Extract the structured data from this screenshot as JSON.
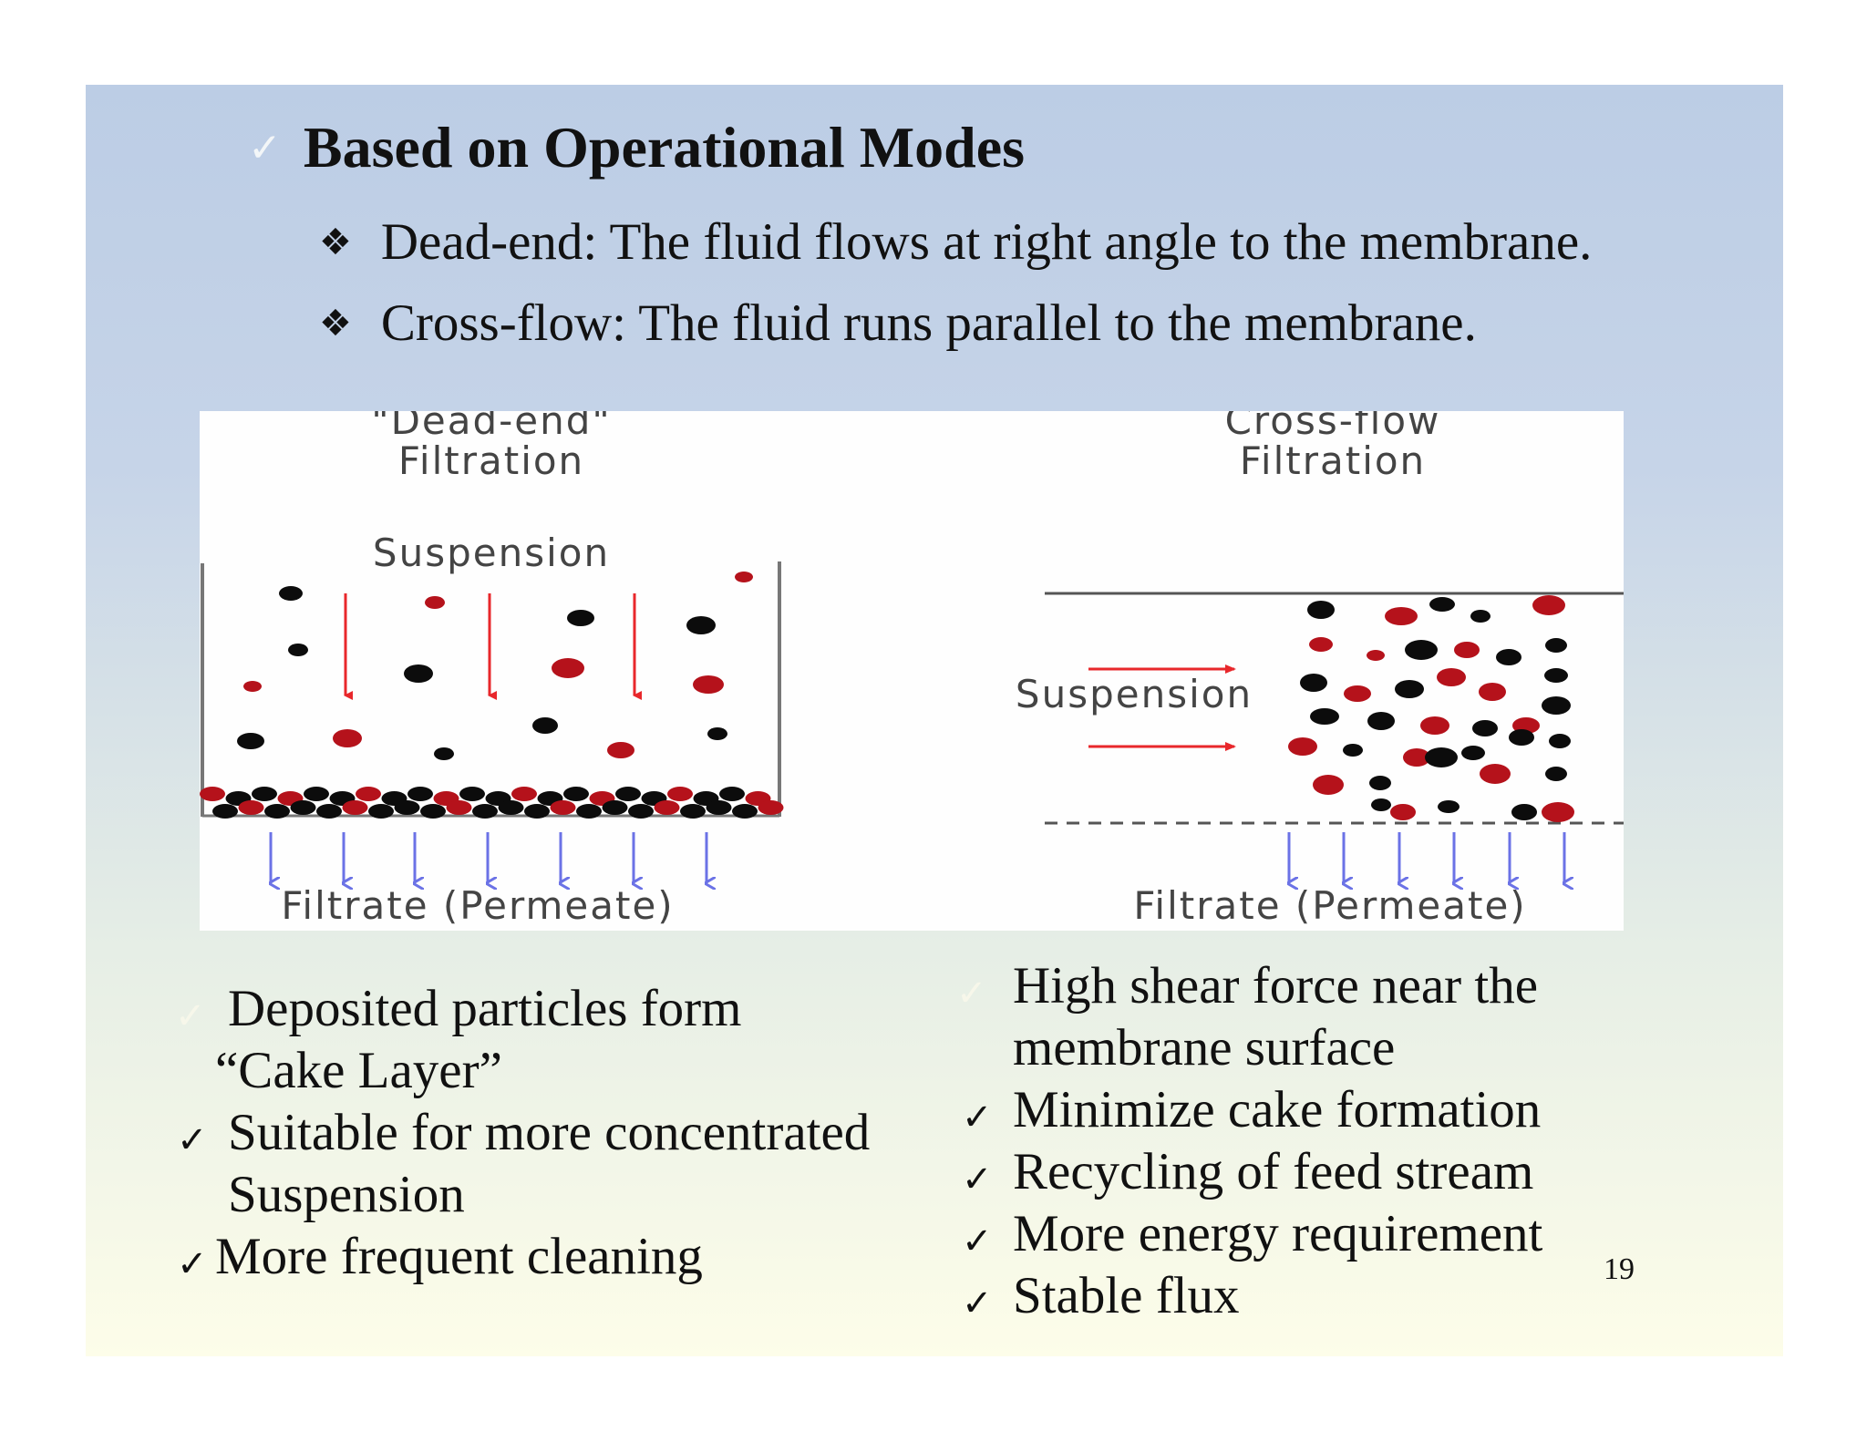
{
  "heading": {
    "text": "Based on Operational Modes",
    "check_icon": "check-icon"
  },
  "bullets": [
    {
      "icon": "diamond-bullet-icon",
      "text": "Dead-end: The fluid flows at right angle to the membrane."
    },
    {
      "icon": "diamond-bullet-icon",
      "text": "Cross-flow: The fluid runs parallel to the membrane."
    }
  ],
  "diagram": {
    "dead_end": {
      "title_line1": "\"Dead-end\"",
      "title_line2": "Filtration",
      "suspension_label": "Suspension",
      "filtrate_label": "Filtrate (Permeate)"
    },
    "cross_flow": {
      "title_line1": "Cross-flow",
      "title_line2": "Filtration",
      "suspension_label": "Suspension",
      "filtrate_label": "Filtrate (Permeate)"
    },
    "colors": {
      "black_particle": "#0c0c0c",
      "red_particle": "#b5121b",
      "flow_arrow": "#e8272b",
      "filtrate_arrow": "#6b72e6"
    }
  },
  "left_points": [
    {
      "line1": "Deposited particles form",
      "line2": "“Cake Layer”"
    },
    {
      "line1": "Suitable for more concentrated",
      "line2": "Suspension"
    },
    {
      "line1": "More frequent cleaning"
    }
  ],
  "right_points": [
    {
      "line1": "High shear force near the",
      "line2": "membrane surface"
    },
    {
      "line1": "Minimize cake formation"
    },
    {
      "line1": "Recycling of feed stream"
    },
    {
      "line1": "More energy requirement"
    },
    {
      "line1": "Stable flux"
    }
  ],
  "check_glyph": "✓",
  "page_number": "19"
}
